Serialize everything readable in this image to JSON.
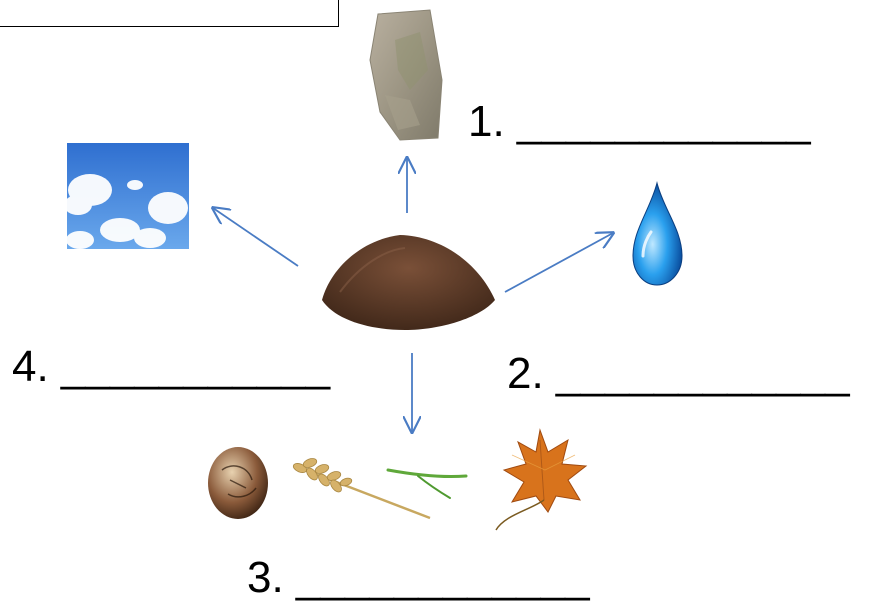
{
  "labels": {
    "q1": "1. ____________",
    "q2": "2. ____________",
    "q3": "3. ____________",
    "q4": "4. ___________"
  },
  "icons": {
    "center": "soil-pile-icon",
    "top": "rock-icon",
    "right": "water-drop-icon",
    "bottom": [
      "seed-icon",
      "wheat-icon",
      "grass-blade-icon",
      "maple-leaf-icon"
    ],
    "left": "sky-clouds-icon"
  },
  "colors": {
    "arrow": "#4a7cc4",
    "soil": "#5a3a28",
    "water": "#1c8fe0",
    "sky": "#3b7fd8",
    "leaf": "#d8731c"
  }
}
